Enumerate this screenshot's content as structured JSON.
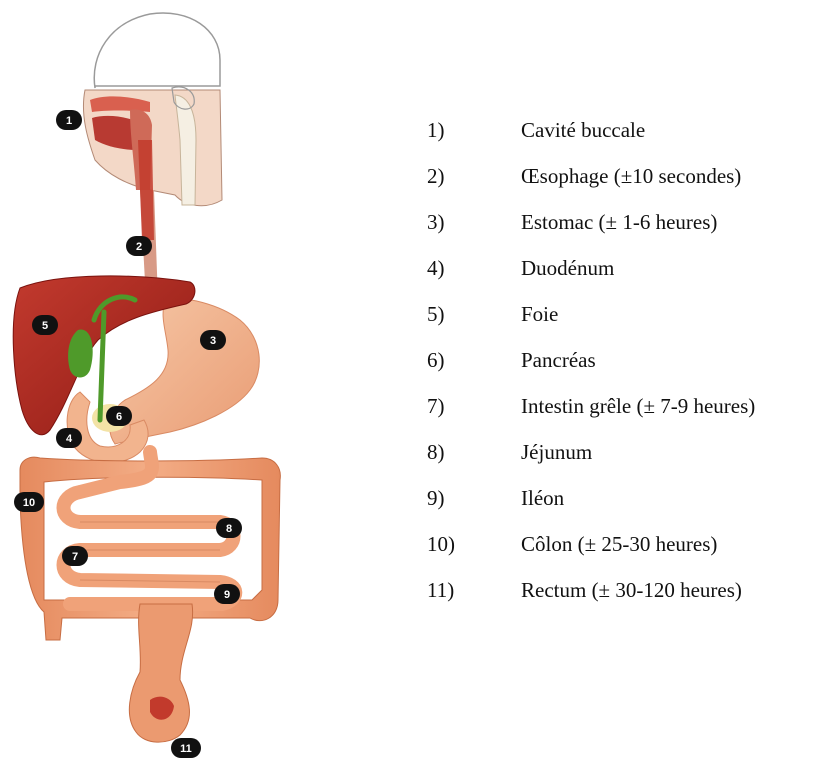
{
  "legend": {
    "items": [
      {
        "num": "1)",
        "label": "Cavité buccale"
      },
      {
        "num": "2)",
        "label": "Œsophage (±10 secondes)"
      },
      {
        "num": "3)",
        "label": "Estomac (± 1-6 heures)"
      },
      {
        "num": "4)",
        "label": "Duodénum"
      },
      {
        "num": "5)",
        "label": "Foie"
      },
      {
        "num": "6)",
        "label": "Pancréas"
      },
      {
        "num": "7)",
        "label": "Intestin grêle (± 7-9 heures)"
      },
      {
        "num": "8)",
        "label": "Jéjunum"
      },
      {
        "num": "9)",
        "label": "Iléon"
      },
      {
        "num": "10)",
        "label": "Côlon (± 25-30 heures)"
      },
      {
        "num": "11)",
        "label": "Rectum (± 30-120 heures)"
      }
    ]
  },
  "markers": [
    "1",
    "2",
    "3",
    "4",
    "5",
    "6",
    "7",
    "8",
    "9",
    "10",
    "11"
  ],
  "colors": {
    "liver": "#a8241c",
    "gallbladder": "#4f9a2a",
    "stomach": "#f2b48e",
    "intestine": "#f0a279",
    "colon": "#e9956a",
    "esophagus": "#c23a2c",
    "marker": "#111111"
  }
}
